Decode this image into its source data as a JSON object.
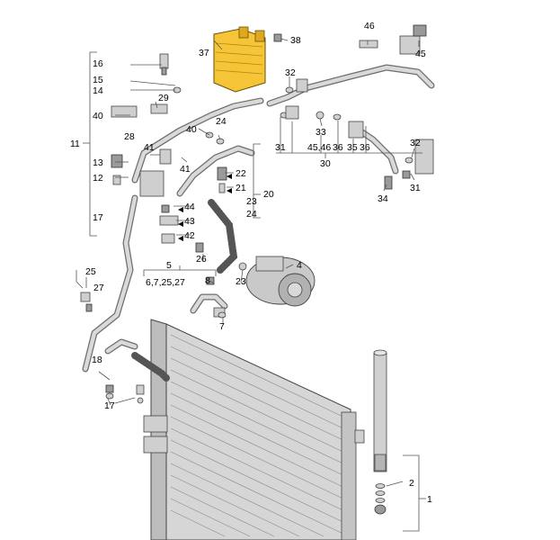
{
  "callouts": {
    "c1": "1",
    "c2": "2",
    "c4": "4",
    "c5": "5",
    "c567": "6,7,25,27",
    "c7a": "7",
    "c8": "8",
    "c11": "11",
    "c12": "12",
    "c13": "13",
    "c14": "14",
    "c15": "15",
    "c16": "16",
    "c17a": "17",
    "c17b": "17",
    "c18": "18",
    "c20": "20",
    "c21": "21",
    "c22": "22",
    "c23a": "23",
    "c23b": "23",
    "c24a": "24",
    "c24b": "24",
    "c25": "25",
    "c26": "26",
    "c27": "27",
    "c28": "28",
    "c29": "29",
    "c30": "30",
    "c31a": "31",
    "c31b": "31",
    "c32a": "32",
    "c32b": "32",
    "c33": "33",
    "c34": "34",
    "c35": "35",
    "c36a": "36",
    "c36b": "36",
    "c37": "37",
    "c38": "38",
    "c40a": "40",
    "c40b": "40",
    "c41a": "41",
    "c41b": "41",
    "c42": "42",
    "c43": "43",
    "c44": "44",
    "c45": "45",
    "c46": "46",
    "c4546": "45,46"
  },
  "colors": {
    "highlight": "#f5c437",
    "outline": "#444444"
  }
}
